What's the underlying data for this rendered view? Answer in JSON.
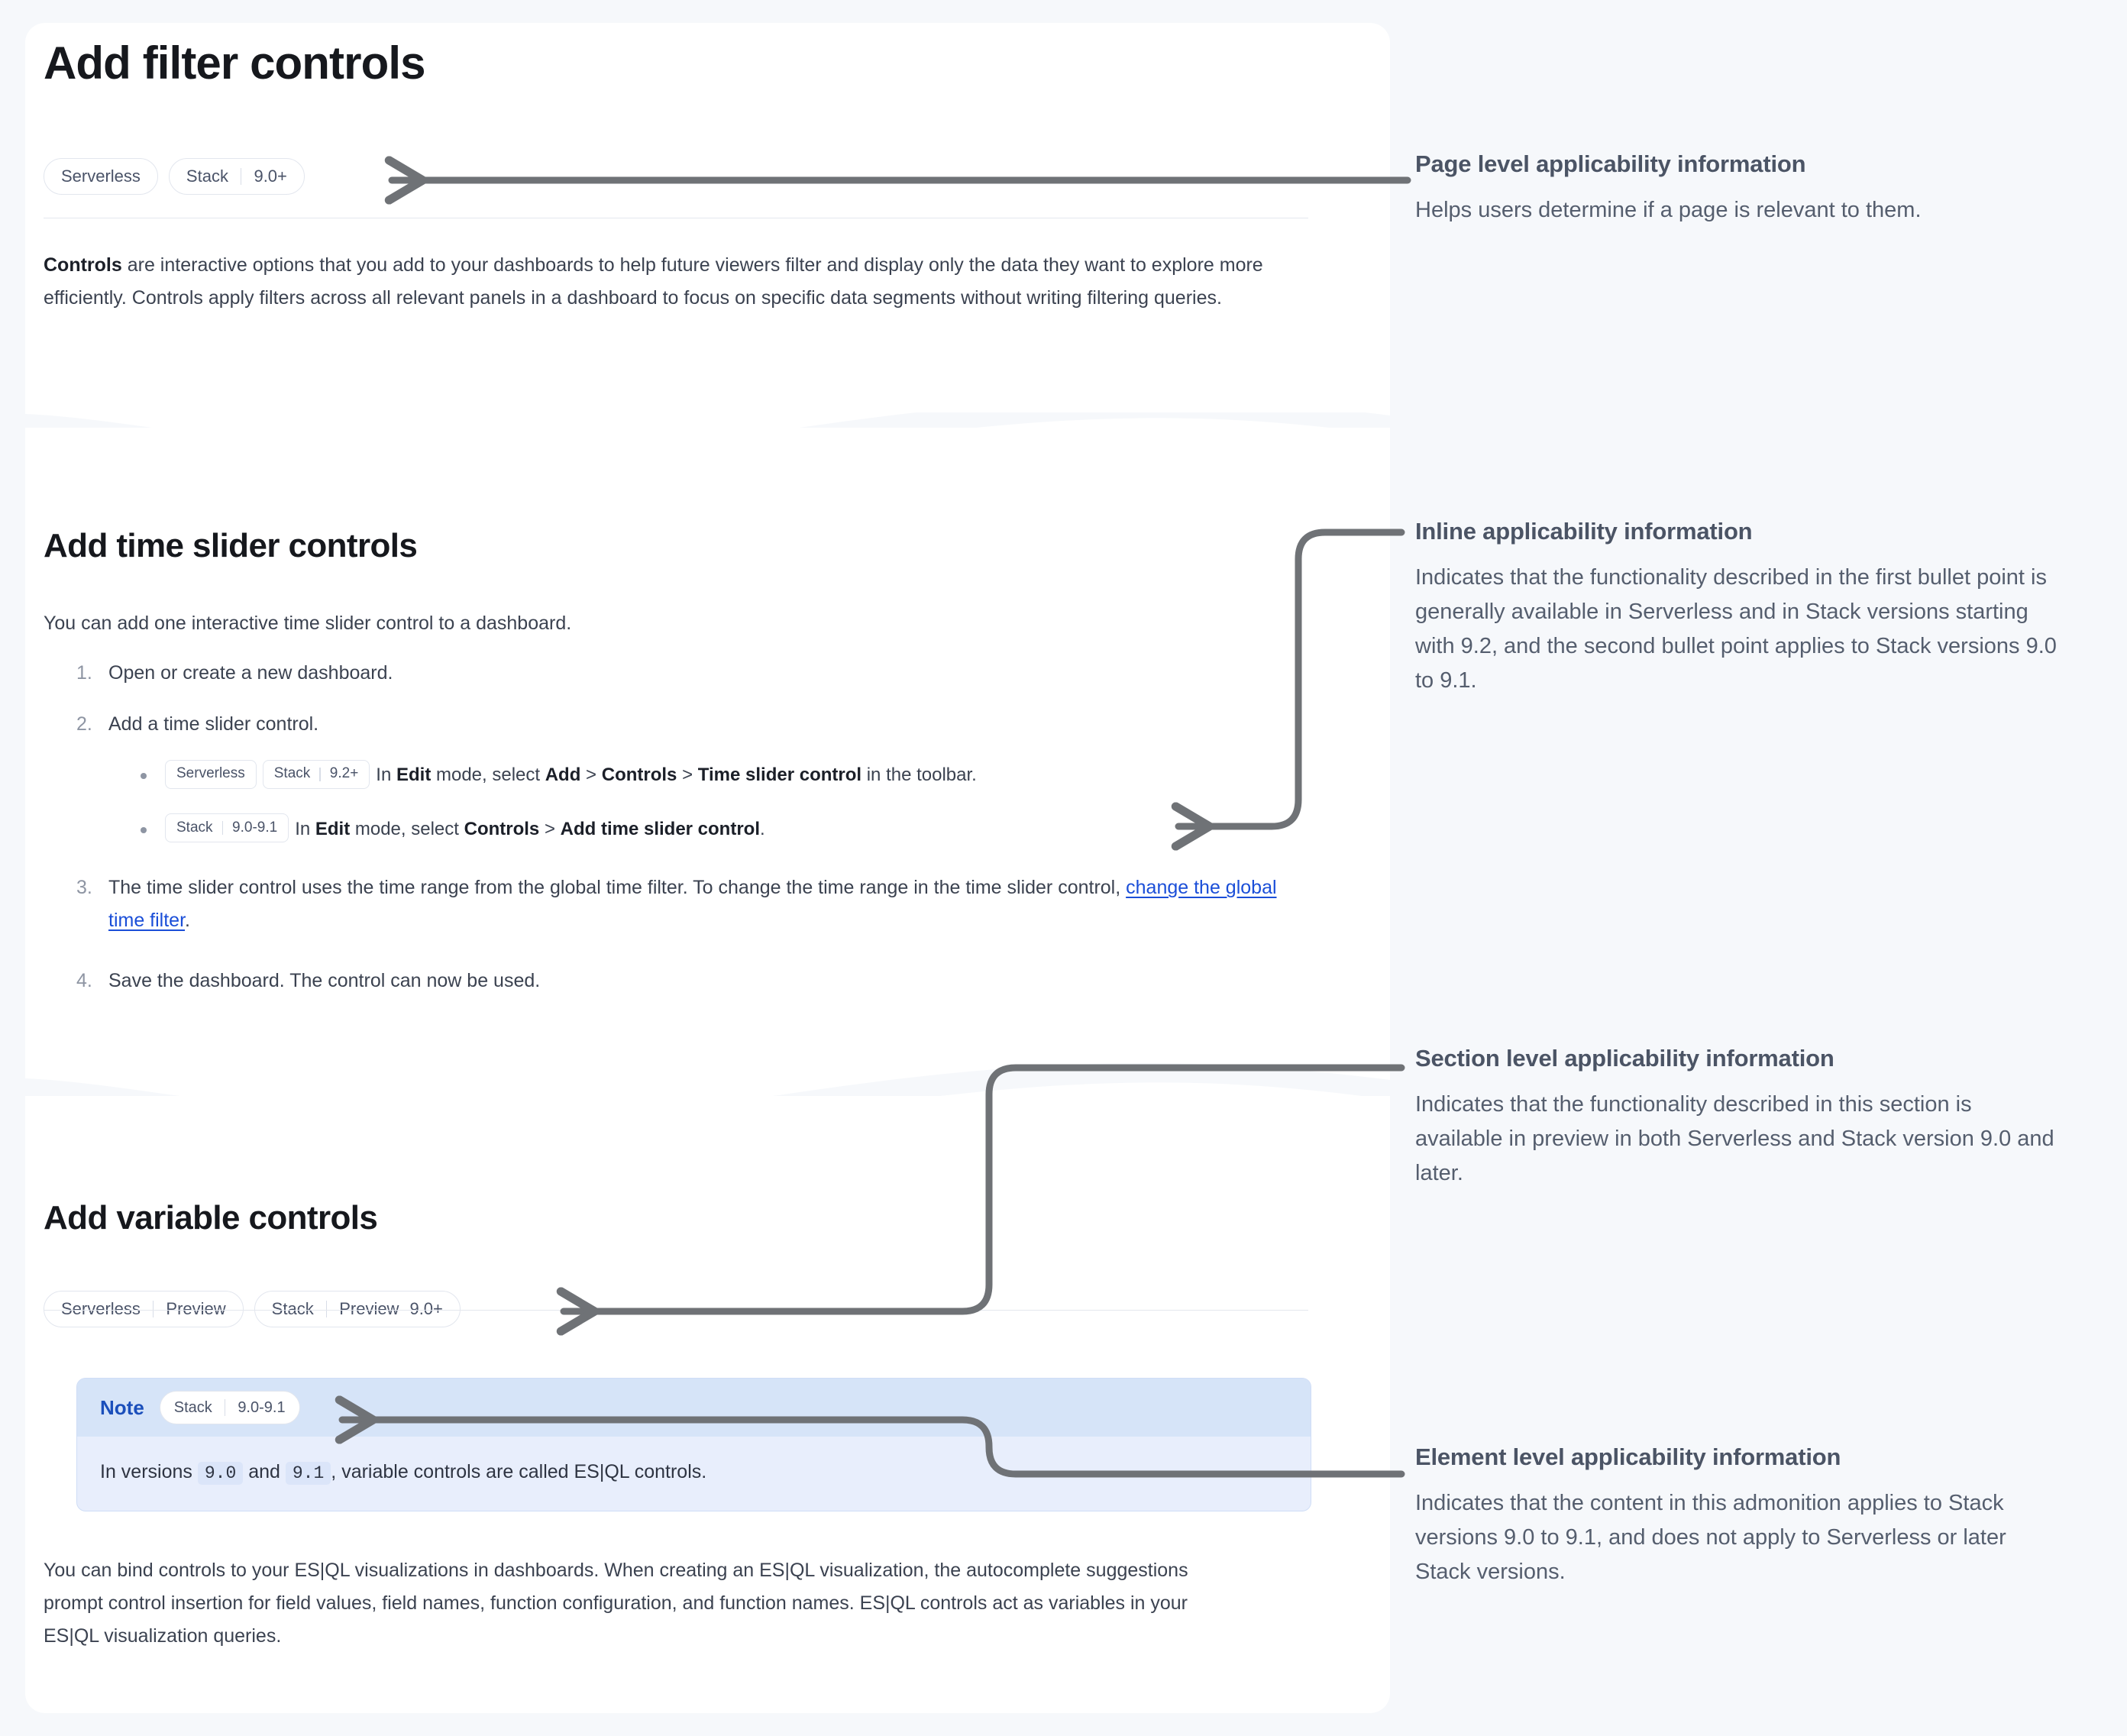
{
  "page": {
    "title": "Add filter controls",
    "background_color": "#f6f8fb",
    "card_color": "#ffffff",
    "link_color": "#1a4ed8",
    "connector_color": "#6f7276"
  },
  "page_badges": [
    {
      "name": "Serverless",
      "version": ""
    },
    {
      "name": "Stack",
      "version": "9.0+"
    }
  ],
  "intro_paragraph": {
    "bold_lead": "Controls",
    "rest": " are interactive options that you add to your dashboards to help future viewers filter and display only the data they want to explore more efficiently. Controls apply filters across all relevant panels in a dashboard to focus on specific data segments without writing filtering queries."
  },
  "section_time_slider": {
    "title": "Add time slider controls",
    "lead": "You can add one interactive time slider control to a dashboard.",
    "steps": [
      {
        "num": "1.",
        "text": "Open or create a new dashboard."
      },
      {
        "num": "2.",
        "text": "Add a time slider control."
      },
      {
        "num": "3.",
        "text_before_link": "The time slider control uses the time range from the global time filter. To change the time range in the time slider control, ",
        "link_text": "change the global time filter",
        "text_after_link": "."
      },
      {
        "num": "4.",
        "text": "Save the dashboard. The control can now be used."
      }
    ],
    "bullets": [
      {
        "badges": [
          {
            "name": "Serverless",
            "version": ""
          },
          {
            "name": "Stack",
            "version": "9.2+"
          }
        ],
        "prefix": "In ",
        "bold_1": "Edit",
        "mid_1": " mode, select ",
        "bold_2": "Add",
        "mid_2": " > ",
        "bold_3": "Controls",
        "mid_3": " > ",
        "bold_4": "Time slider control",
        "suffix": " in the toolbar."
      },
      {
        "badges": [
          {
            "name": "Stack",
            "version": "9.0-9.1"
          }
        ],
        "prefix": "In ",
        "bold_1": "Edit",
        "mid_1": " mode, select ",
        "bold_2": "Controls",
        "mid_2": " > ",
        "bold_3": "Add time slider control",
        "mid_3": "",
        "bold_4": "",
        "suffix": "."
      }
    ]
  },
  "section_variable": {
    "title": "Add variable controls",
    "badges": [
      {
        "name": "Serverless",
        "version": "Preview"
      },
      {
        "name": "Stack",
        "version": "Preview",
        "version2": "9.0+"
      }
    ],
    "note": {
      "label": "Note",
      "badge": {
        "name": "Stack",
        "version": "9.0-9.1"
      },
      "text_before_code1": "In versions ",
      "code1": "9.0",
      "text_between": " and ",
      "code2": "9.1",
      "text_after": ", variable controls are called ES|QL controls."
    },
    "paragraph": "You can bind controls to your ES|QL visualizations in dashboards. When creating an ES|QL visualization, the autocomplete suggestions prompt control insertion for field values, field names, function configuration, and function names. ES|QL controls act as variables in your ES|QL visualization queries."
  },
  "annotations": [
    {
      "id": "page",
      "title": "Page level applicability information",
      "body": "Helps users determine if a page is relevant to them."
    },
    {
      "id": "inline",
      "title": "Inline applicability information",
      "body": "Indicates that the functionality described in the first bullet point is generally available in Serverless and in Stack versions starting with 9.2, and the second bullet point applies to Stack versions 9.0 to 9.1."
    },
    {
      "id": "section",
      "title": "Section level applicability information",
      "body": "Indicates that the functionality described in this section is available in preview in both Serverless and Stack version 9.0 and later."
    },
    {
      "id": "element",
      "title": "Element level applicability information",
      "body": "Indicates that the content in this admonition applies to Stack versions 9.0 to 9.1, and does not apply to Serverless or later Stack versions."
    }
  ]
}
